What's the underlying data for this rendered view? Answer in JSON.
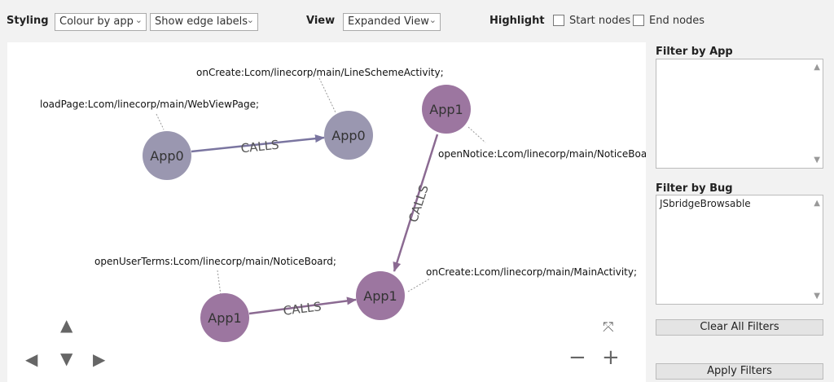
{
  "toolbar": {
    "styling_label": "Styling",
    "colour_select": "Colour by app",
    "edge_labels_select": "Show edge labels",
    "view_label": "View",
    "view_select": "Expanded View",
    "highlight_label": "Highlight",
    "start_nodes_label": "Start nodes",
    "end_nodes_label": "End nodes"
  },
  "graph": {
    "nodes": [
      {
        "id": "n1",
        "label": "App0",
        "note": "loadPage:Lcom/linecorp/main/WebViewPage;",
        "color": "#9a97b0"
      },
      {
        "id": "n2",
        "label": "App0",
        "note": "onCreate:Lcom/linecorp/main/LineSchemeActivity;",
        "color": "#9a97b0"
      },
      {
        "id": "n3",
        "label": "App1",
        "note": "openNotice:Lcom/linecorp/main/NoticeBoard;",
        "color": "#9c76a0"
      },
      {
        "id": "n4",
        "label": "App1",
        "note": "openUserTerms:Lcom/linecorp/main/NoticeBoard;",
        "color": "#9c76a0"
      },
      {
        "id": "n5",
        "label": "App1",
        "note": "onCreate:Lcom/linecorp/main/MainActivity;",
        "color": "#9c76a0"
      }
    ],
    "edges": [
      {
        "from": "n1",
        "to": "n2",
        "label": "CALLS"
      },
      {
        "from": "n3",
        "to": "n5",
        "label": "CALLS"
      },
      {
        "from": "n4",
        "to": "n5",
        "label": "CALLS"
      }
    ]
  },
  "controls": {
    "up": "▲",
    "down": "▼",
    "left": "◀",
    "right": "▶",
    "fit": "⤧",
    "zoom_out": "−",
    "zoom_in": "+"
  },
  "panel": {
    "filter_app_title": "Filter by App",
    "filter_app_items": [],
    "filter_bug_title": "Filter by Bug",
    "filter_bug_items": [
      "JSbridgeBrowsable"
    ],
    "clear_button": "Clear All Filters",
    "apply_button": "Apply Filters"
  }
}
